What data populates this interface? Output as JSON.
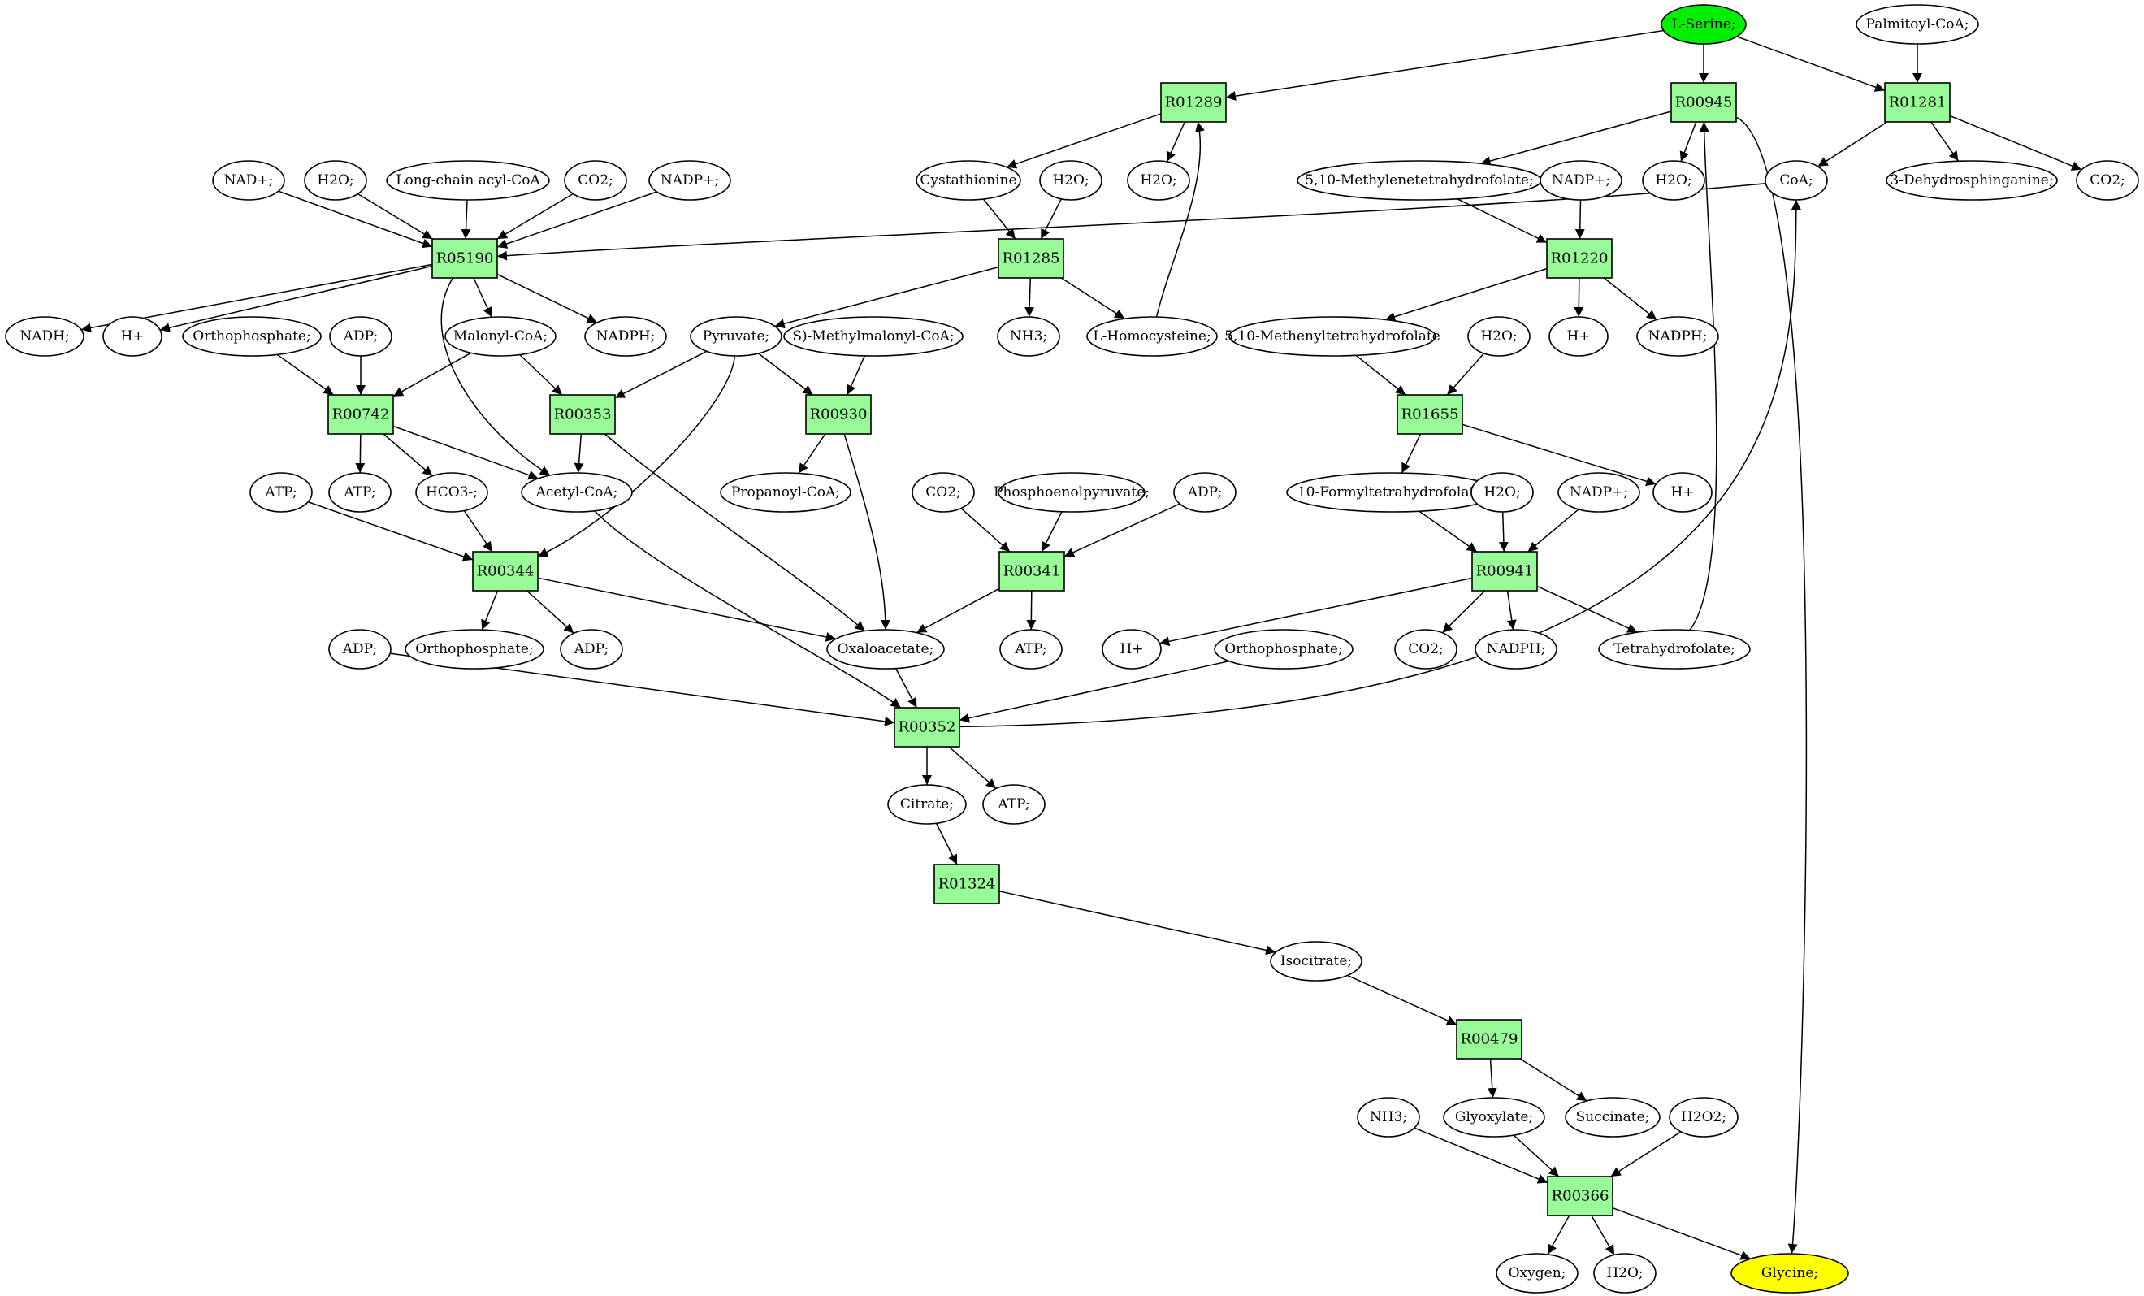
{
  "graph": {
    "start_color": "#00ee00",
    "end_color": "#ffff00",
    "reaction_color": "#98fb98",
    "reactions": [
      {
        "id": "r05190",
        "label": "R05190"
      },
      {
        "id": "r00742",
        "label": "R00742"
      },
      {
        "id": "r00353",
        "label": "R00353"
      },
      {
        "id": "r00930",
        "label": "R00930"
      },
      {
        "id": "r00344",
        "label": "R00344"
      },
      {
        "id": "r00341",
        "label": "R00341"
      },
      {
        "id": "r00352",
        "label": "R00352"
      },
      {
        "id": "r01324",
        "label": "R01324"
      },
      {
        "id": "r00479",
        "label": "R00479"
      },
      {
        "id": "r00366",
        "label": "R00366"
      },
      {
        "id": "r01289",
        "label": "R01289"
      },
      {
        "id": "r01285",
        "label": "R01285"
      },
      {
        "id": "r00945",
        "label": "R00945"
      },
      {
        "id": "r01220",
        "label": "R01220"
      },
      {
        "id": "r01655",
        "label": "R01655"
      },
      {
        "id": "r00941",
        "label": "R00941"
      },
      {
        "id": "r01281",
        "label": "R01281"
      }
    ],
    "compounds": [
      {
        "id": "lserine",
        "label": "L-Serine;",
        "kind": "start"
      },
      {
        "id": "palmitoyl",
        "label": "Palmitoyl-CoA;"
      },
      {
        "id": "nadp_1",
        "label": "NAD+;"
      },
      {
        "id": "h2o_1",
        "label": "H2O;"
      },
      {
        "id": "lcacyl",
        "label": "Long-chain acyl-CoA"
      },
      {
        "id": "co2_1",
        "label": "CO2;"
      },
      {
        "id": "nadpplus_1",
        "label": "NADP+;"
      },
      {
        "id": "cystathionine",
        "label": "Cystathionine"
      },
      {
        "id": "h2o_2",
        "label": "H2O;"
      },
      {
        "id": "h2o_3",
        "label": "H2O;"
      },
      {
        "id": "methylene",
        "label": "5,10-Methylenetetrahydrofolate;"
      },
      {
        "id": "nadpplus_2",
        "label": "NADP+;"
      },
      {
        "id": "h2o_4",
        "label": "H2O;"
      },
      {
        "id": "coa",
        "label": "CoA;"
      },
      {
        "id": "dehydro",
        "label": "3-Dehydrosphinganine;"
      },
      {
        "id": "co2_2",
        "label": "CO2;"
      },
      {
        "id": "nadh",
        "label": "NADH;"
      },
      {
        "id": "hplus_1",
        "label": "H+"
      },
      {
        "id": "orthophos_1",
        "label": "Orthophosphate;"
      },
      {
        "id": "adp_1",
        "label": "ADP;"
      },
      {
        "id": "malonyl",
        "label": "Malonyl-CoA;"
      },
      {
        "id": "nadph_1",
        "label": "NADPH;"
      },
      {
        "id": "pyruvate",
        "label": "Pyruvate;"
      },
      {
        "id": "methylmalonyl",
        "label": "S)-Methylmalonyl-CoA;"
      },
      {
        "id": "nh3_1",
        "label": "NH3;"
      },
      {
        "id": "lhomocys",
        "label": "L-Homocysteine;"
      },
      {
        "id": "methenyl",
        "label": "5,10-Methenyltetrahydrofolate"
      },
      {
        "id": "h2o_5",
        "label": "H2O;"
      },
      {
        "id": "hplus_2",
        "label": "H+"
      },
      {
        "id": "nadph_2",
        "label": "NADPH;"
      },
      {
        "id": "atp_1",
        "label": "ATP;"
      },
      {
        "id": "atp_2",
        "label": "ATP;"
      },
      {
        "id": "hco3",
        "label": "HCO3-;"
      },
      {
        "id": "acetylcoa",
        "label": "Acetyl-CoA;"
      },
      {
        "id": "propanoyl",
        "label": "Propanoyl-CoA;"
      },
      {
        "id": "co2_3",
        "label": "CO2;"
      },
      {
        "id": "pep",
        "label": "Phosphoenolpyruvate;"
      },
      {
        "id": "adp_2",
        "label": "ADP;"
      },
      {
        "id": "formyl",
        "label": "10-Formyltetrahydrofolate;"
      },
      {
        "id": "h2o_6",
        "label": "H2O;"
      },
      {
        "id": "nadpplus_3",
        "label": "NADP+;"
      },
      {
        "id": "hplus_3",
        "label": "H+"
      },
      {
        "id": "orthophos_2",
        "label": "Orthophosphate;"
      },
      {
        "id": "adp_3",
        "label": "ADP;"
      },
      {
        "id": "oxaloacetate",
        "label": "Oxaloacetate;"
      },
      {
        "id": "atp_3",
        "label": "ATP;"
      },
      {
        "id": "hplus_4",
        "label": "H+"
      },
      {
        "id": "orthophos_3",
        "label": "Orthophosphate;"
      },
      {
        "id": "co2_4",
        "label": "CO2;"
      },
      {
        "id": "nadph_3",
        "label": "NADPH;"
      },
      {
        "id": "thf",
        "label": "Tetrahydrofolate;"
      },
      {
        "id": "adp_4",
        "label": "ADP;"
      },
      {
        "id": "citrate",
        "label": "Citrate;"
      },
      {
        "id": "atp_4",
        "label": "ATP;"
      },
      {
        "id": "isocitrate",
        "label": "Isocitrate;"
      },
      {
        "id": "nh3_2",
        "label": "NH3;"
      },
      {
        "id": "glyoxylate",
        "label": "Glyoxylate;"
      },
      {
        "id": "succinate",
        "label": "Succinate;"
      },
      {
        "id": "h2o2",
        "label": "H2O2;"
      },
      {
        "id": "oxygen",
        "label": "Oxygen;"
      },
      {
        "id": "h2o_7",
        "label": "H2O;"
      },
      {
        "id": "glycine",
        "label": "Glycine;",
        "kind": "end"
      }
    ],
    "edges": [
      [
        "lserine",
        "r01289"
      ],
      [
        "lserine",
        "r00945"
      ],
      [
        "lserine",
        "r01281"
      ],
      [
        "palmitoyl",
        "r01281"
      ],
      [
        "r01289",
        "cystathionine"
      ],
      [
        "r01289",
        "h2o_3"
      ],
      [
        "r00945",
        "methylene"
      ],
      [
        "r00945",
        "h2o_4"
      ],
      [
        "r00945",
        "glycine"
      ],
      [
        "r01281",
        "coa"
      ],
      [
        "r01281",
        "dehydro"
      ],
      [
        "r01281",
        "co2_2"
      ],
      [
        "nadp_1",
        "r05190"
      ],
      [
        "h2o_1",
        "r05190"
      ],
      [
        "lcacyl",
        "r05190"
      ],
      [
        "co2_1",
        "r05190"
      ],
      [
        "nadpplus_1",
        "r05190"
      ],
      [
        "coa",
        "r05190"
      ],
      [
        "r05190",
        "nadh"
      ],
      [
        "r05190",
        "hplus_1"
      ],
      [
        "r05190",
        "malonyl"
      ],
      [
        "r05190",
        "nadph_1"
      ],
      [
        "r05190",
        "acetylcoa"
      ],
      [
        "cystathionine",
        "r01285"
      ],
      [
        "h2o_2",
        "r01285"
      ],
      [
        "r01285",
        "pyruvate"
      ],
      [
        "r01285",
        "nh3_1"
      ],
      [
        "r01285",
        "lhomocys"
      ],
      [
        "lhomocys",
        "r01289"
      ],
      [
        "methylene",
        "r01220"
      ],
      [
        "nadpplus_2",
        "r01220"
      ],
      [
        "r01220",
        "methenyl"
      ],
      [
        "r01220",
        "hplus_2"
      ],
      [
        "r01220",
        "nadph_2"
      ],
      [
        "orthophos_1",
        "r00742"
      ],
      [
        "adp_1",
        "r00742"
      ],
      [
        "malonyl",
        "r00742"
      ],
      [
        "malonyl",
        "r00353"
      ],
      [
        "pyruvate",
        "r00353"
      ],
      [
        "pyruvate",
        "r00930"
      ],
      [
        "methylmalonyl",
        "r00930"
      ],
      [
        "pyruvate",
        "r00344"
      ],
      [
        "methenyl",
        "r01655"
      ],
      [
        "h2o_5",
        "r01655"
      ],
      [
        "r00742",
        "atp_2"
      ],
      [
        "r00742",
        "hco3"
      ],
      [
        "r00742",
        "acetylcoa"
      ],
      [
        "r00353",
        "acetylcoa"
      ],
      [
        "r00353",
        "oxaloacetate"
      ],
      [
        "r00930",
        "propanoyl"
      ],
      [
        "r00930",
        "oxaloacetate"
      ],
      [
        "r01655",
        "formyl"
      ],
      [
        "r01655",
        "hplus_3"
      ],
      [
        "atp_1",
        "r00344"
      ],
      [
        "hco3",
        "r00344"
      ],
      [
        "co2_3",
        "r00341"
      ],
      [
        "pep",
        "r00341"
      ],
      [
        "adp_2",
        "r00341"
      ],
      [
        "formyl",
        "r00941"
      ],
      [
        "h2o_6",
        "r00941"
      ],
      [
        "nadpplus_3",
        "r00941"
      ],
      [
        "r00344",
        "orthophos_2"
      ],
      [
        "r00344",
        "adp_3"
      ],
      [
        "r00344",
        "oxaloacetate"
      ],
      [
        "r00341",
        "oxaloacetate"
      ],
      [
        "r00341",
        "atp_3"
      ],
      [
        "r00941",
        "hplus_4"
      ],
      [
        "r00941",
        "co2_4"
      ],
      [
        "r00941",
        "nadph_3"
      ],
      [
        "r00941",
        "thf"
      ],
      [
        "thf",
        "r00945"
      ],
      [
        "adp_4",
        "r00352"
      ],
      [
        "acetylcoa",
        "r00352"
      ],
      [
        "oxaloacetate",
        "r00352"
      ],
      [
        "orthophos_3",
        "r00352"
      ],
      [
        "r00352",
        "coa"
      ],
      [
        "r00352",
        "citrate"
      ],
      [
        "r00352",
        "atp_4"
      ],
      [
        "citrate",
        "r01324"
      ],
      [
        "r01324",
        "isocitrate"
      ],
      [
        "isocitrate",
        "r00479"
      ],
      [
        "r00479",
        "glyoxylate"
      ],
      [
        "r00479",
        "succinate"
      ],
      [
        "nh3_2",
        "r00366"
      ],
      [
        "glyoxylate",
        "r00366"
      ],
      [
        "h2o2",
        "r00366"
      ],
      [
        "r00366",
        "oxygen"
      ],
      [
        "r00366",
        "h2o_7"
      ],
      [
        "r00366",
        "glycine"
      ]
    ]
  }
}
